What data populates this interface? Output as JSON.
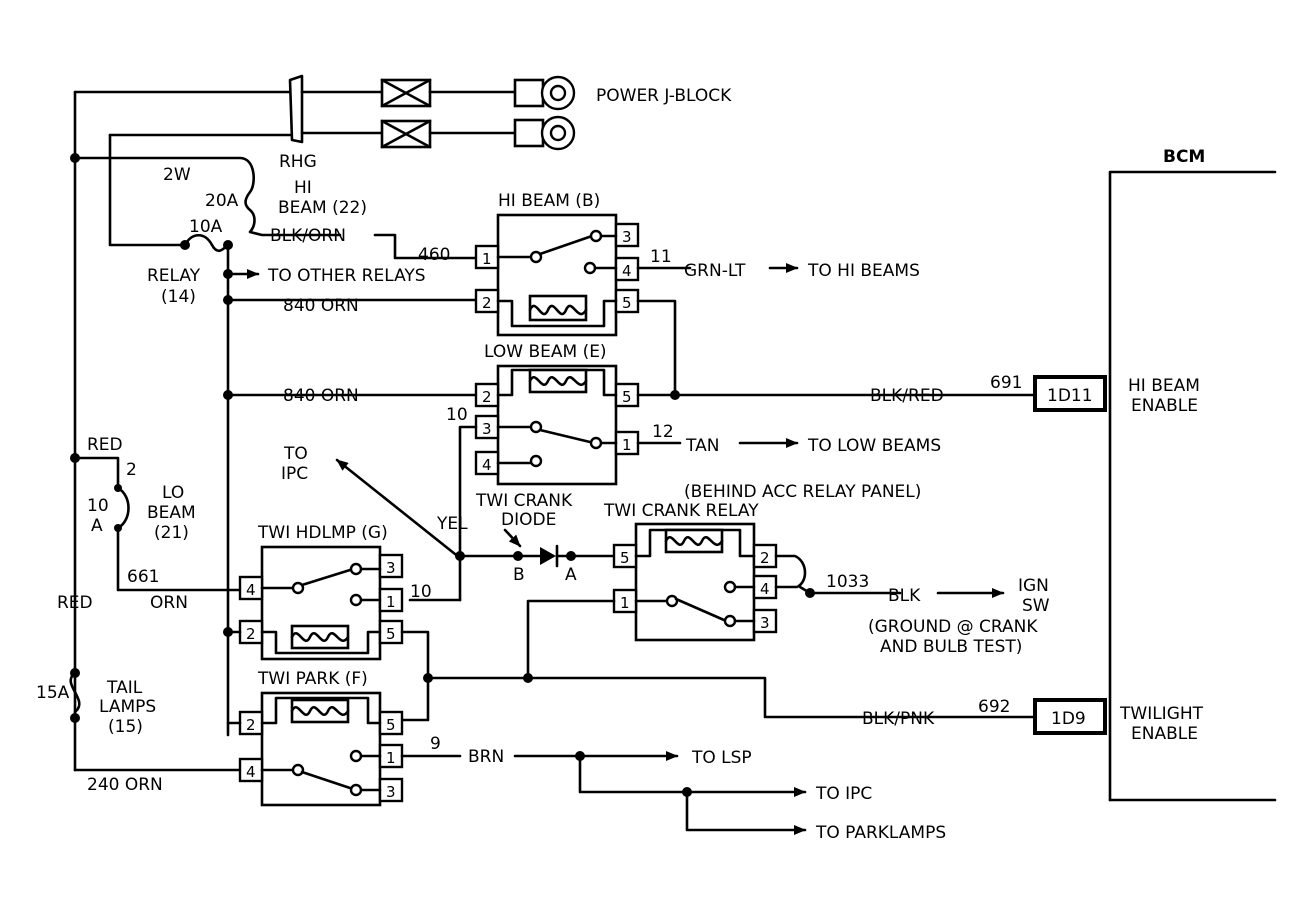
{
  "labels": {
    "power_j_block": "POWER J-BLOCK",
    "rhg": "RHG",
    "bcm": "BCM",
    "hi_beam_fuse_rating": "20A",
    "hi_beam_fuse_circuit": "2W",
    "hi_beam_fuse_name_1": "HI",
    "hi_beam_fuse_name_2": "BEAM (22)",
    "blk_orn": "BLK/ORN",
    "relay_fuse_rating": "10A",
    "relay_fuse_name_1": "RELAY",
    "relay_fuse_name_2": "(14)",
    "to_other_relays": "TO OTHER RELAYS",
    "wire_840_orn_1": "840 ORN",
    "wire_840_orn_2": "840 ORN",
    "wire_460": "460",
    "wire_11": "11",
    "grn_lt": "GRN-LT",
    "to_hi_beams": "TO HI BEAMS",
    "hi_beam_relay": "HI BEAM (B)",
    "low_beam_relay": "LOW BEAM (E)",
    "blk_red": "BLK/RED",
    "wire_691": "691",
    "conn_1d11": "1D11",
    "hi_beam_enable_1": "HI BEAM",
    "hi_beam_enable_2": "ENABLE",
    "wire_10_a": "10",
    "wire_12": "12",
    "tan": "TAN",
    "to_low_beams": "TO LOW BEAMS",
    "red_1": "RED",
    "lo_fuse_circuit": "2",
    "lo_fuse_rating_1": "10",
    "lo_fuse_rating_2": "A",
    "lo_beam_1": "LO",
    "lo_beam_2": "BEAM",
    "lo_beam_3": "(21)",
    "to_ipc_1": "TO",
    "to_ipc_2": "IPC",
    "twi_crank_diode_1": "TWI CRANK",
    "twi_crank_diode_2": "DIODE",
    "behind_acc": "(BEHIND ACC RELAY PANEL)",
    "twi_crank_relay": "TWI CRANK RELAY",
    "yel": "YEL",
    "diode_b": "B",
    "diode_a": "A",
    "twi_hdlmp": "TWI HDLMP (G)",
    "wire_661": "661",
    "orn": "ORN",
    "red_2": "RED",
    "wire_10_b": "10",
    "wire_1033": "1033",
    "blk": "BLK",
    "ign_sw_1": "IGN",
    "ign_sw_2": "SW",
    "ground_note_1": "(GROUND @ CRANK",
    "ground_note_2": "AND BULB TEST)",
    "tail_fuse_rating": "15A",
    "tail_lamps_1": "TAIL",
    "tail_lamps_2": "LAMPS",
    "tail_lamps_3": "(15)",
    "twi_park": "TWI PARK (F)",
    "blk_pnk": "BLK/PNK",
    "wire_692": "692",
    "conn_1d9": "1D9",
    "twilight_enable_1": "TWILIGHT",
    "twilight_enable_2": "ENABLE",
    "wire_9": "9",
    "brn": "BRN",
    "to_lsp": "TO LSP",
    "to_ipc_3": "TO IPC",
    "to_parklamps": "TO PARKLAMPS",
    "wire_240_orn": "240 ORN"
  },
  "pins": {
    "p1": "1",
    "p2": "2",
    "p3": "3",
    "p4": "4",
    "p5": "5"
  }
}
